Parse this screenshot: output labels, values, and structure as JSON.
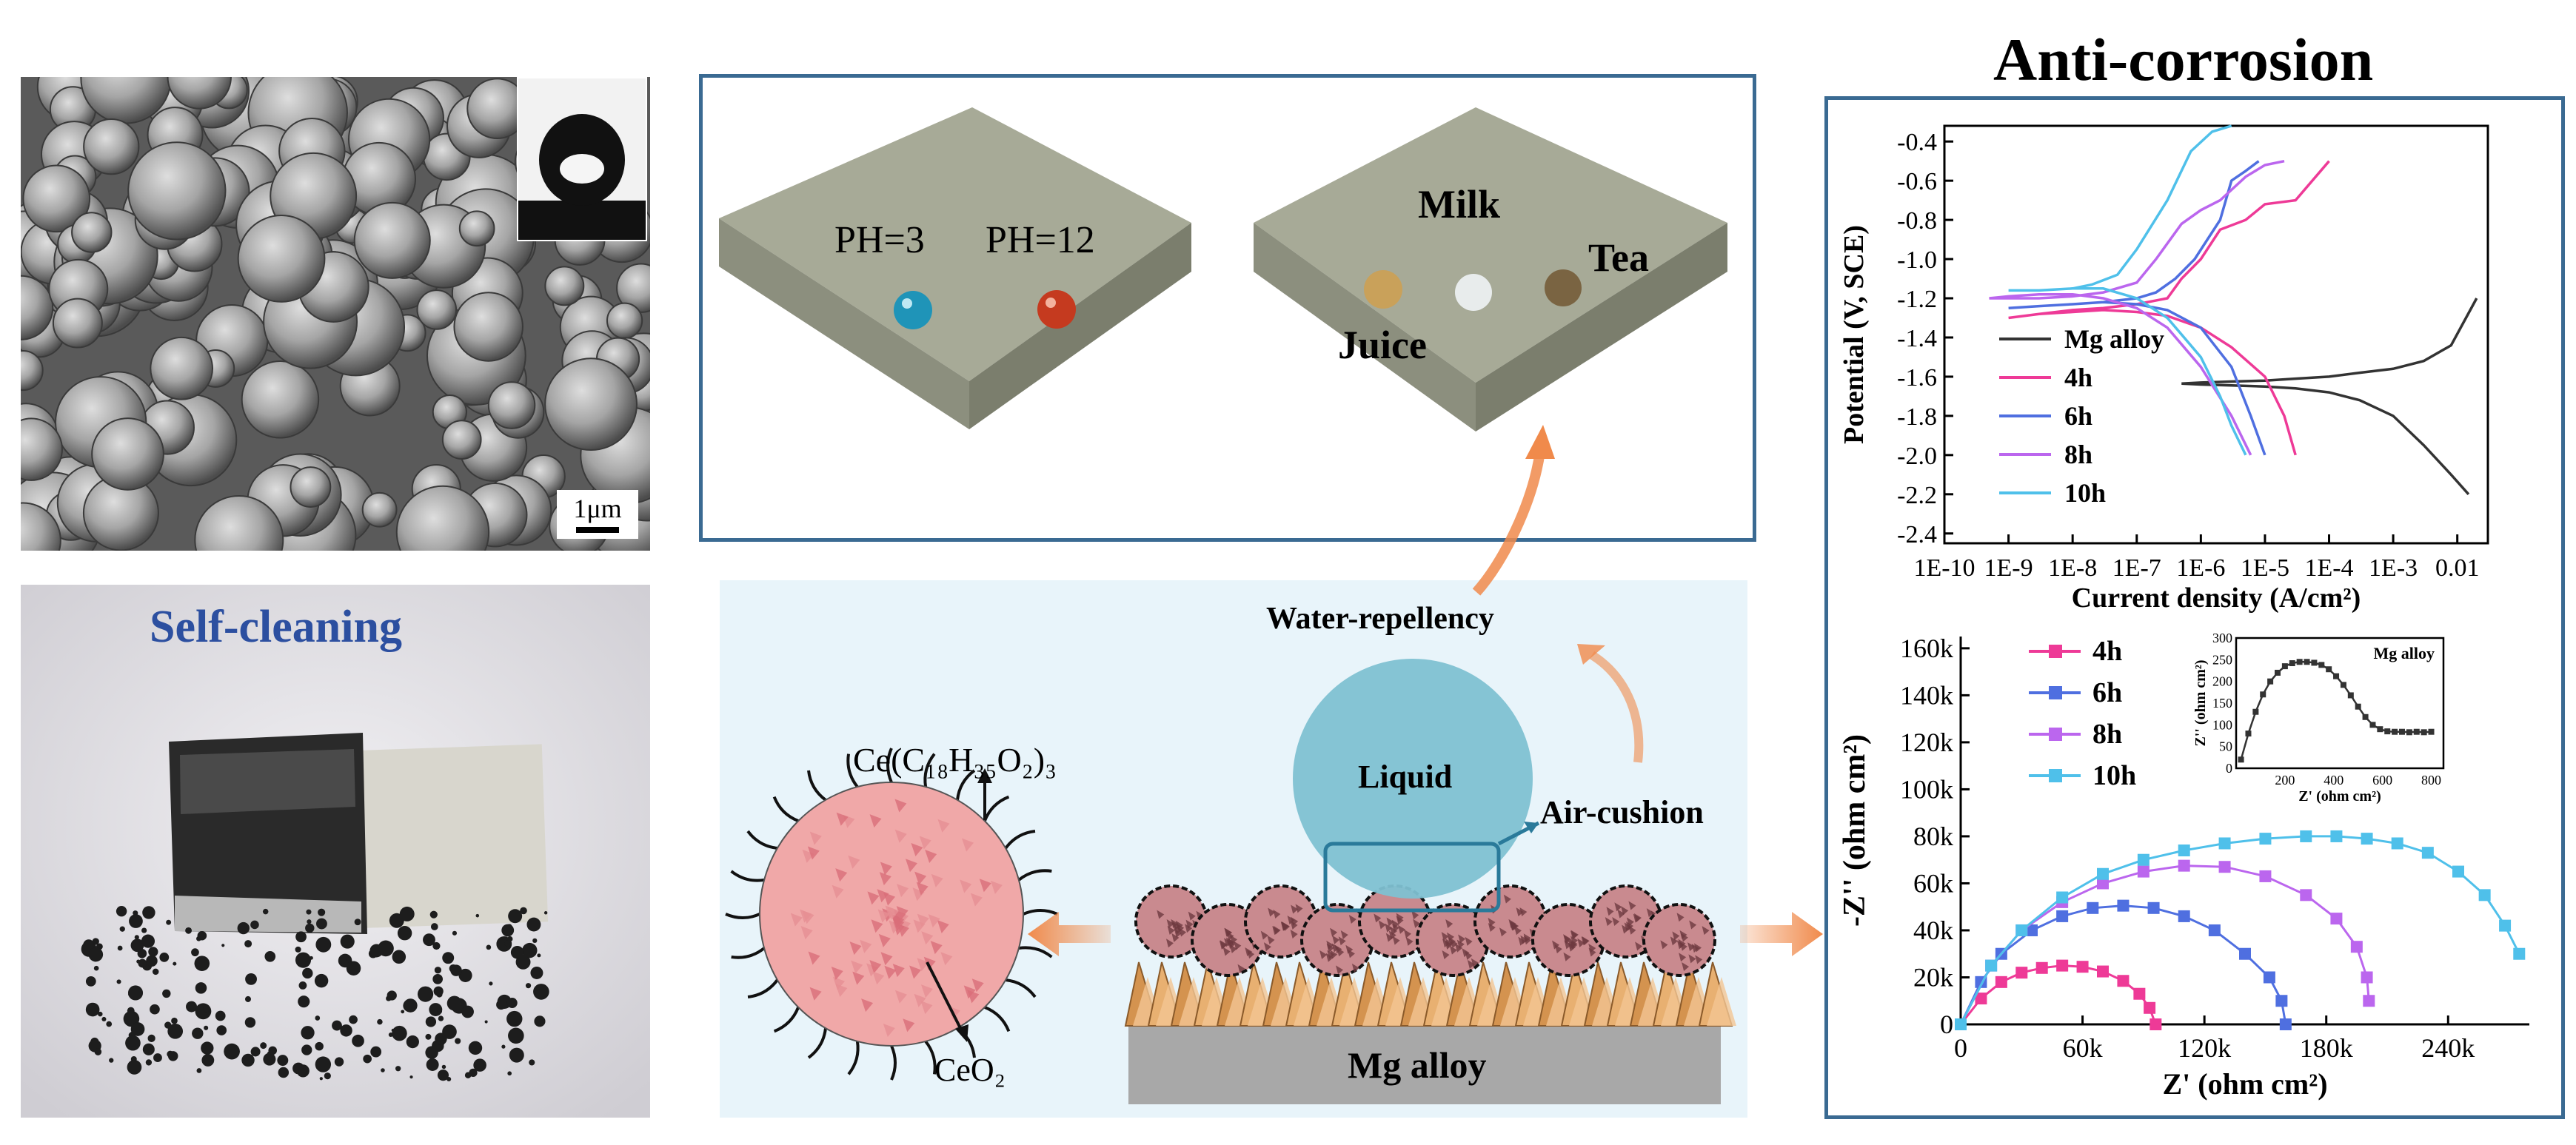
{
  "title": "Anti-corrosion",
  "sem": {
    "scale_label": "1μm"
  },
  "self_cleaning": {
    "label": "Self-cleaning"
  },
  "droplets": {
    "ph3": "PH=3",
    "ph12": "PH=12",
    "milk": "Milk",
    "tea": "Tea",
    "juice": "Juice"
  },
  "schematic": {
    "water_repellency": "Water-repellency",
    "liquid": "Liquid",
    "air_cushion": "Air-cushion",
    "substrate": "Mg alloy",
    "ligand": "Ce(C₁₈H₃₅O₂)₃",
    "core": "CeO₂"
  },
  "colors": {
    "mg_alloy": "#333333",
    "h4": "#ee3a97",
    "h6": "#4f6fe0",
    "h8": "#bb66ee",
    "h10": "#4fc0ea",
    "panel_border": "#3a6a92",
    "schematic_bg": "#e8f4fa",
    "arrow": "#f08a4b",
    "label_blue": "#2c4fa0",
    "liquid": "#7fc1d2"
  },
  "chart_data": [
    {
      "type": "line",
      "xscale": "log",
      "xlabel": "Current density (A/cm²)",
      "ylabel": "Potential (V, SCE)",
      "xticks": [
        "1E-10",
        "1E-9",
        "1E-8",
        "1E-7",
        "1E-6",
        "1E-5",
        "1E-4",
        "1E-3",
        "0.01"
      ],
      "yticks": [
        "-0.4",
        "-0.6",
        "-0.8",
        "-1.0",
        "-1.2",
        "-1.4",
        "-1.6",
        "-1.8",
        "-2.0",
        "-2.2",
        "-2.4"
      ],
      "xlim": [
        1e-10,
        0.03
      ],
      "ylim": [
        -2.45,
        -0.32
      ],
      "series": [
        {
          "name": "Mg alloy",
          "color": "#333333",
          "x": [
            0.02,
            0.008,
            0.003,
            0.001,
            0.0003,
            0.0001,
            3e-05,
            1e-05,
            3e-06,
            1e-06,
            5e-07,
            1e-06,
            3e-06,
            1e-05,
            3e-05,
            0.0001,
            0.0003,
            0.001,
            0.003,
            0.008,
            0.015
          ],
          "y": [
            -1.2,
            -1.44,
            -1.52,
            -1.56,
            -1.58,
            -1.6,
            -1.61,
            -1.62,
            -1.625,
            -1.63,
            -1.635,
            -1.64,
            -1.645,
            -1.65,
            -1.66,
            -1.68,
            -1.72,
            -1.8,
            -1.95,
            -2.1,
            -2.2
          ]
        },
        {
          "name": "4h",
          "color": "#ee3a97",
          "x": [
            0.0001,
            3e-05,
            1e-05,
            5e-06,
            2e-06,
            1e-06,
            5e-07,
            3e-07,
            1e-07,
            3e-08,
            1e-08,
            3e-09,
            1e-09,
            3e-09,
            1e-08,
            3e-08,
            1e-07,
            3e-07,
            1e-06,
            3e-06,
            1e-05,
            2e-05,
            3e-05
          ],
          "y": [
            -0.5,
            -0.7,
            -0.72,
            -0.8,
            -0.85,
            -1.0,
            -1.1,
            -1.2,
            -1.23,
            -1.25,
            -1.26,
            -1.28,
            -1.3,
            -1.28,
            -1.27,
            -1.26,
            -1.27,
            -1.29,
            -1.35,
            -1.45,
            -1.6,
            -1.8,
            -2.0
          ]
        },
        {
          "name": "6h",
          "color": "#4f6fe0",
          "x": [
            8e-06,
            5e-06,
            3e-06,
            2e-06,
            8e-07,
            4e-07,
            2e-07,
            1e-07,
            3e-08,
            1e-08,
            3e-09,
            1e-09,
            3e-09,
            1e-08,
            3e-08,
            1e-07,
            3e-07,
            1e-06,
            3e-06,
            6e-06,
            1e-05
          ],
          "y": [
            -0.5,
            -0.55,
            -0.6,
            -0.8,
            -1.0,
            -1.1,
            -1.17,
            -1.2,
            -1.22,
            -1.23,
            -1.24,
            -1.25,
            -1.24,
            -1.23,
            -1.22,
            -1.23,
            -1.26,
            -1.35,
            -1.55,
            -1.8,
            -2.0
          ]
        },
        {
          "name": "8h",
          "color": "#bb66ee",
          "x": [
            2e-05,
            1e-05,
            5e-06,
            2e-06,
            1e-06,
            5e-07,
            2e-07,
            1e-07,
            3e-08,
            1e-08,
            3e-09,
            1e-09,
            5e-10,
            1e-09,
            3e-09,
            1e-08,
            3e-08,
            1e-07,
            3e-07,
            1e-06,
            3e-06,
            6e-06
          ],
          "y": [
            -0.5,
            -0.52,
            -0.58,
            -0.7,
            -0.75,
            -0.82,
            -1.0,
            -1.12,
            -1.17,
            -1.19,
            -1.2,
            -1.2,
            -1.2,
            -1.19,
            -1.18,
            -1.18,
            -1.2,
            -1.25,
            -1.35,
            -1.55,
            -1.8,
            -2.0
          ]
        },
        {
          "name": "10h",
          "color": "#4fc0ea",
          "x": [
            3e-06,
            1.5e-06,
            7e-07,
            3e-07,
            1e-07,
            5e-08,
            2e-08,
            1e-08,
            3e-09,
            1e-09,
            3e-09,
            1e-08,
            3e-08,
            1e-07,
            3e-07,
            1e-06,
            2e-06,
            3e-06,
            5e-06
          ],
          "y": [
            -0.32,
            -0.35,
            -0.45,
            -0.7,
            -0.95,
            -1.08,
            -1.13,
            -1.15,
            -1.16,
            -1.16,
            -1.16,
            -1.15,
            -1.15,
            -1.2,
            -1.3,
            -1.5,
            -1.7,
            -1.85,
            -2.0
          ]
        }
      ]
    },
    {
      "type": "scatter",
      "xlabel": "Z' (ohm cm²)",
      "ylabel": "-Z'' (ohm cm²)",
      "xticks": [
        "0",
        "60k",
        "120k",
        "180k",
        "240k"
      ],
      "yticks": [
        "0",
        "20k",
        "40k",
        "60k",
        "80k",
        "100k",
        "120k",
        "140k",
        "160k"
      ],
      "xlim": [
        0,
        280000
      ],
      "ylim": [
        0,
        165000
      ],
      "series": [
        {
          "name": "4h",
          "color": "#ee3a97",
          "x": [
            0,
            10000,
            20000,
            30000,
            40000,
            50000,
            60000,
            70000,
            80000,
            88000,
            93000,
            96000
          ],
          "y": [
            0,
            11000,
            18000,
            22000,
            24000,
            25000,
            24500,
            22500,
            18500,
            13000,
            7000,
            0
          ]
        },
        {
          "name": "6h",
          "color": "#4f6fe0",
          "x": [
            0,
            10000,
            20000,
            35000,
            50000,
            65000,
            80000,
            95000,
            110000,
            125000,
            140000,
            152000,
            158000,
            160000
          ],
          "y": [
            0,
            18000,
            30000,
            40000,
            46000,
            49500,
            50500,
            49500,
            46000,
            40000,
            30000,
            20000,
            10000,
            0
          ]
        },
        {
          "name": "8h",
          "color": "#bb66ee",
          "x": [
            0,
            15000,
            30000,
            50000,
            70000,
            90000,
            110000,
            130000,
            150000,
            170000,
            185000,
            195000,
            200000,
            201000
          ],
          "y": [
            0,
            25000,
            40000,
            52000,
            60000,
            65000,
            67500,
            67000,
            63000,
            55000,
            45000,
            33000,
            20000,
            10000
          ]
        },
        {
          "name": "10h",
          "color": "#4fc0ea",
          "x": [
            0,
            15000,
            30000,
            50000,
            70000,
            90000,
            110000,
            130000,
            150000,
            170000,
            185000,
            200000,
            215000,
            230000,
            245000,
            258000,
            268000,
            275000
          ],
          "y": [
            0,
            25000,
            40000,
            54000,
            64000,
            70000,
            74000,
            77000,
            79000,
            80000,
            80000,
            79000,
            77000,
            73000,
            65000,
            55000,
            42000,
            30000
          ]
        }
      ],
      "inset": {
        "title": "Mg alloy",
        "xlabel": "Z' (ohm cm²)",
        "ylabel": "Z'' (ohm cm²)",
        "xticks": [
          "200",
          "400",
          "600",
          "800"
        ],
        "yticks": [
          "0",
          "50",
          "100",
          "150",
          "200",
          "250",
          "300"
        ],
        "xlim": [
          0,
          850
        ],
        "ylim": [
          0,
          300
        ],
        "x": [
          20,
          50,
          80,
          110,
          140,
          170,
          200,
          230,
          260,
          290,
          320,
          350,
          380,
          410,
          440,
          470,
          500,
          530,
          560,
          590,
          620,
          650,
          680,
          710,
          740,
          770,
          800
        ],
        "y": [
          20,
          80,
          130,
          170,
          200,
          220,
          235,
          242,
          245,
          245,
          243,
          238,
          228,
          212,
          192,
          168,
          142,
          118,
          100,
          90,
          85,
          84,
          84,
          83,
          84,
          83,
          84
        ]
      }
    }
  ]
}
